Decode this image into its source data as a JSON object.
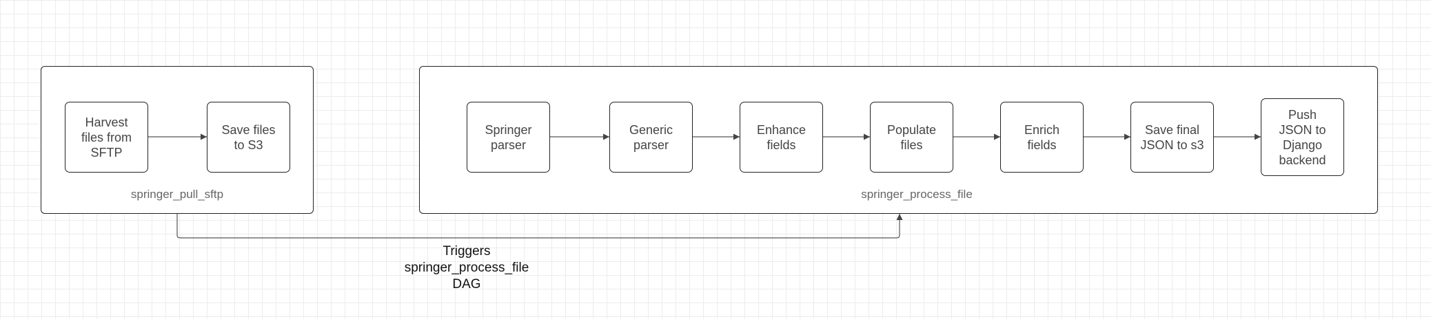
{
  "diagram": {
    "groups": [
      {
        "id": "pull",
        "label": "springer_pull_sftp"
      },
      {
        "id": "process",
        "label": "springer_process_file"
      }
    ],
    "nodes": [
      {
        "id": "harvest",
        "label": "Harvest\nfiles from\nSFTP"
      },
      {
        "id": "save_s3",
        "label": "Save files\nto S3"
      },
      {
        "id": "springer_parser",
        "label": "Springer\nparser"
      },
      {
        "id": "generic_parser",
        "label": "Generic\nparser"
      },
      {
        "id": "enhance",
        "label": "Enhance\nfields"
      },
      {
        "id": "populate",
        "label": "Populate\nfiles"
      },
      {
        "id": "enrich",
        "label": "Enrich\nfields"
      },
      {
        "id": "save_json",
        "label": "Save final\nJSON to s3"
      },
      {
        "id": "push",
        "label": "Push\nJSON to\nDjango\nbackend"
      }
    ],
    "trigger_note": "Triggers\nspringer_process_file\nDAG"
  }
}
